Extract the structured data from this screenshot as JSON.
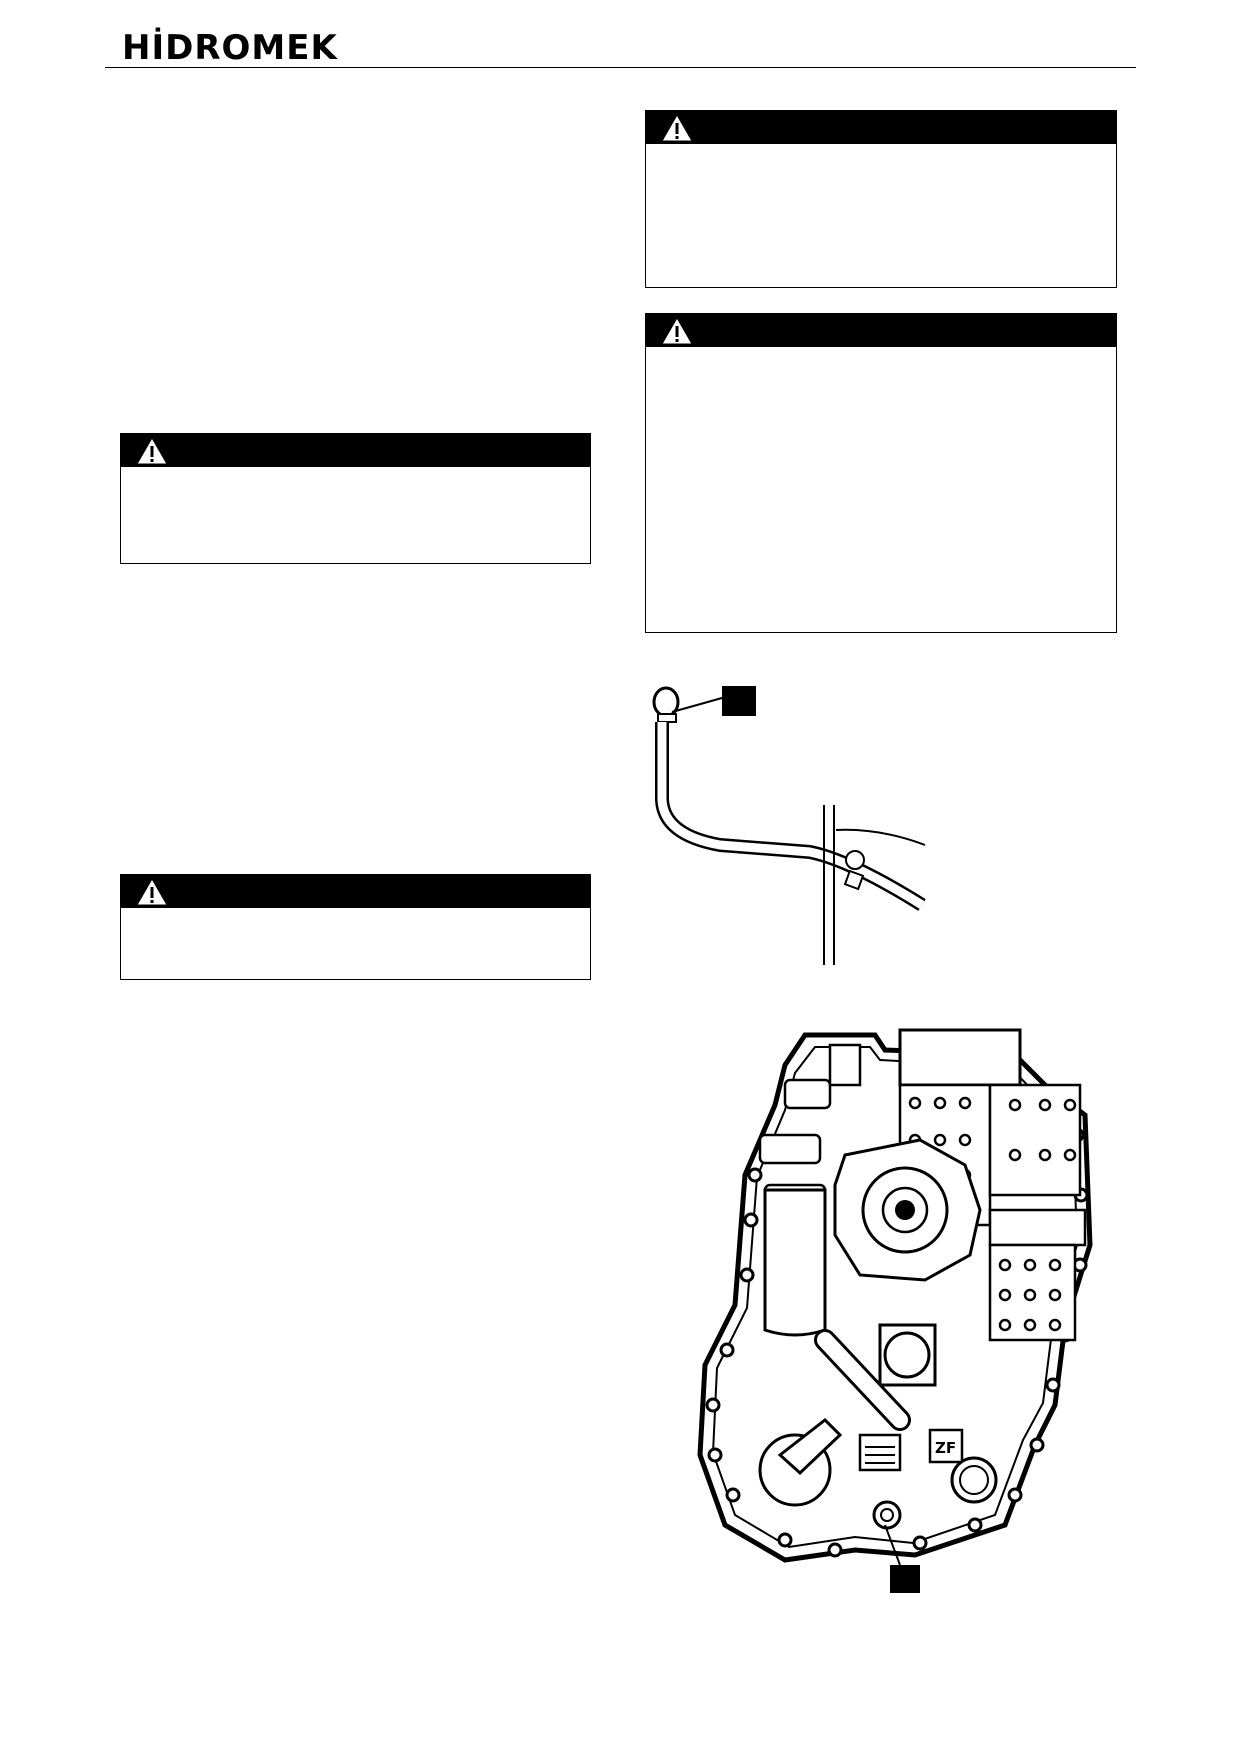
{
  "header": {
    "logo_text": "HİDROMEK"
  },
  "warnings": [
    {
      "id": "left-warning-1",
      "symbol": "warning-triangle-icon"
    },
    {
      "id": "left-warning-2",
      "symbol": "warning-triangle-icon"
    },
    {
      "id": "right-warning-1",
      "symbol": "warning-triangle-icon"
    },
    {
      "id": "right-warning-2",
      "symbol": "warning-triangle-icon"
    }
  ],
  "figures": [
    {
      "id": "dipstick-figure",
      "description_icon": "dipstick-illustration"
    },
    {
      "id": "transmission-figure",
      "description_icon": "transmission-illustration"
    }
  ]
}
